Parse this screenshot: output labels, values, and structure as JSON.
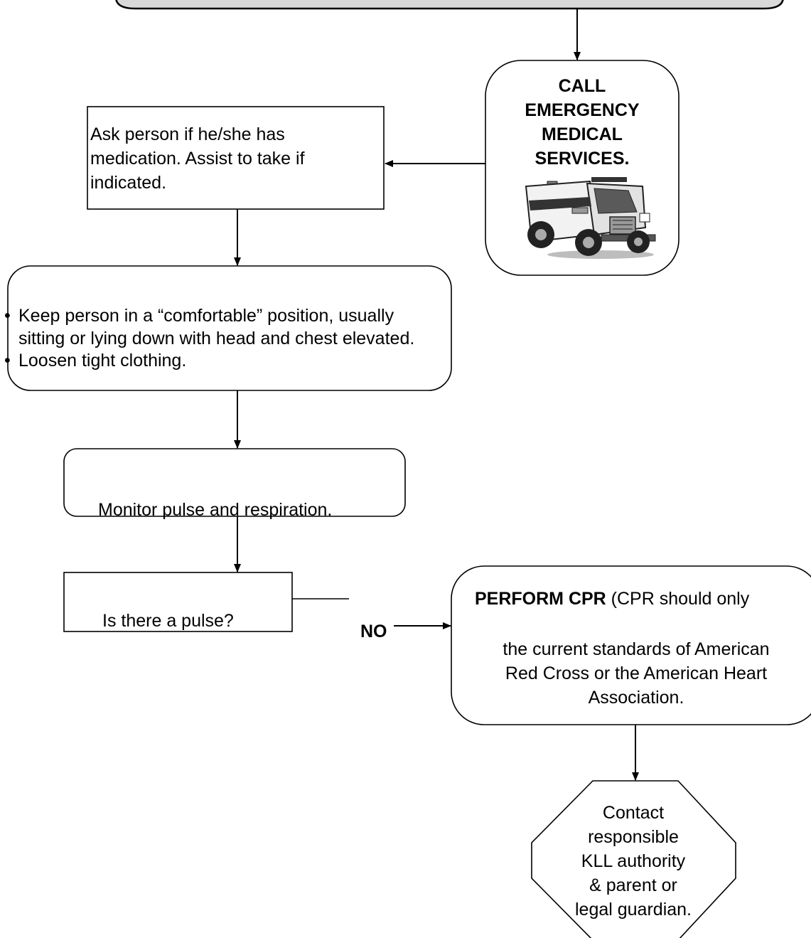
{
  "emergency_box": {
    "lines": [
      "CALL",
      "EMERGENCY",
      "MEDICAL",
      "SERVICES."
    ],
    "picture": "ambulance-icon"
  },
  "medication_box": {
    "text": "Ask person if he/she has medication.  Assist to take if indicated."
  },
  "comfort_box": {
    "items": [
      "Keep person in a “comfortable” position, usually sitting or lying down with head and chest elevated.",
      "Loosen tight clothing."
    ]
  },
  "monitor_box": {
    "text": "Monitor pulse and respiration."
  },
  "pulse_box": {
    "text": "Is there a pulse?"
  },
  "no_label": "NO",
  "cpr_box": {
    "bold": "PERFORM CPR",
    "rest": " (CPR should only",
    "lines": [
      "the current standards of American",
      "Red Cross or the American Heart",
      "Association."
    ]
  },
  "contact_box": {
    "lines": [
      "Contact",
      "responsible",
      "KLL authority",
      "& parent or",
      "legal guardian."
    ]
  },
  "colors": {
    "line": "#000000",
    "top_box_fill": "#d9d9d9",
    "box_fill": "#ffffff"
  }
}
